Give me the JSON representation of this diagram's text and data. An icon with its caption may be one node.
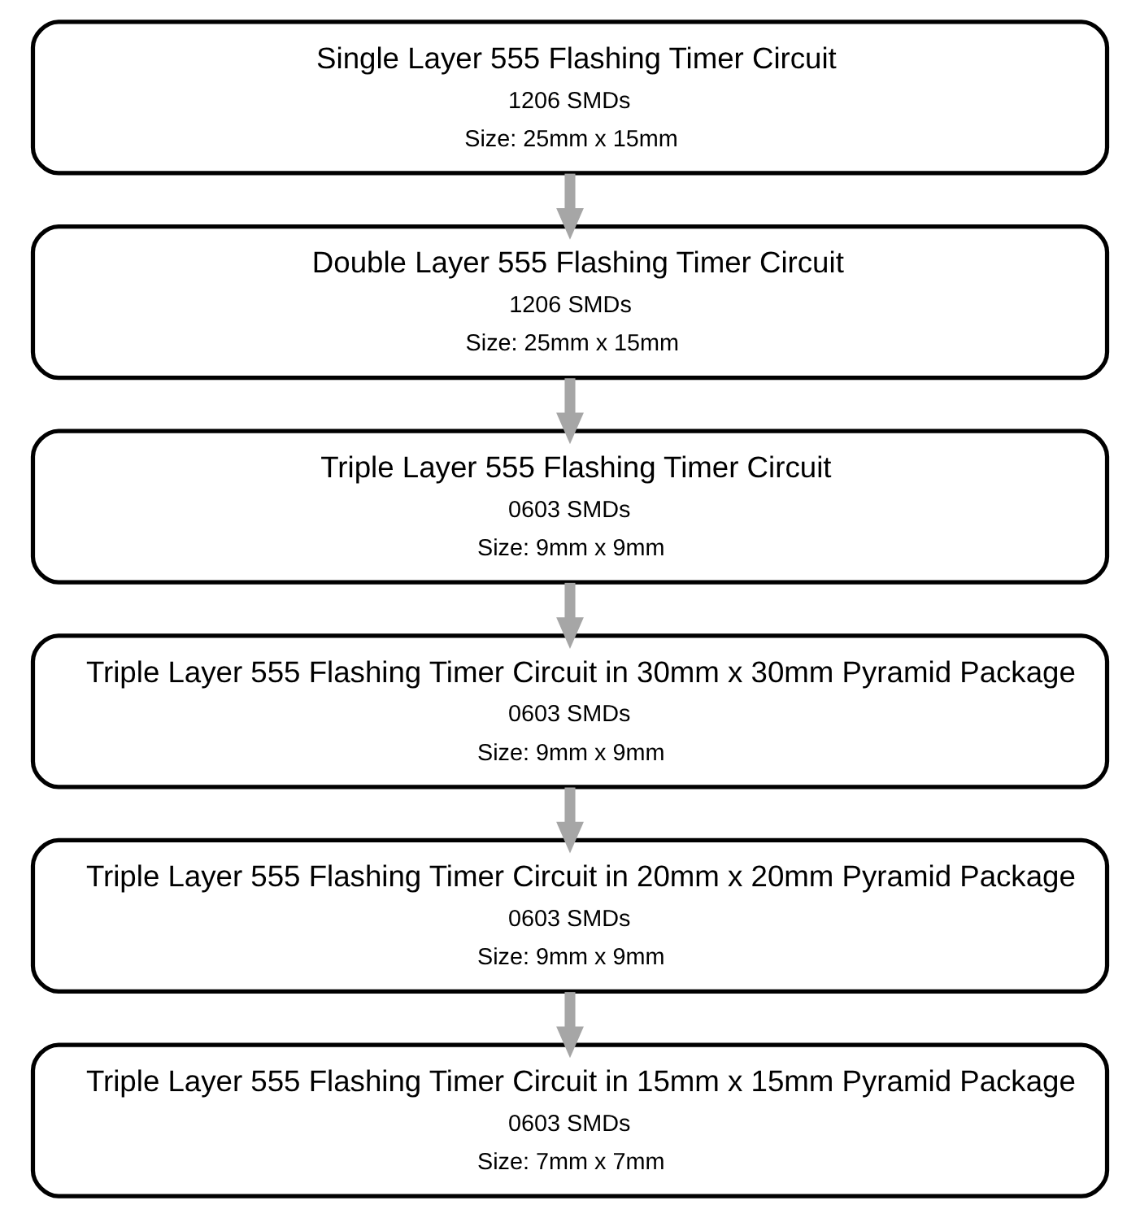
{
  "diagram": {
    "nodes": [
      {
        "text": [
          "Single Layer 555 Flashing Timer Circuit",
          "1206 SMDs",
          "Size: 25mm x 15mm"
        ]
      },
      {
        "text": [
          "Double Layer 555 Flashing Timer Circuit",
          "1206 SMDs",
          "Size: 25mm x 15mm"
        ]
      },
      {
        "text": [
          "Triple Layer 555 Flashing Timer Circuit",
          "0603 SMDs",
          "Size: 9mm x 9mm"
        ]
      },
      {
        "text": [
          "Triple Layer 555 Flashing Timer Circuit in 30mm x 30mm Pyramid Package",
          "0603 SMDs",
          "Size: 9mm x 9mm"
        ]
      },
      {
        "text": [
          "Triple Layer 555 Flashing Timer Circuit in 20mm x 20mm Pyramid Package",
          "0603 SMDs",
          "Size: 9mm x 9mm"
        ]
      },
      {
        "text": [
          "Triple Layer 555 Flashing Timer Circuit in 15mm x 15mm Pyramid Package",
          "0603 SMDs",
          "Size: 7mm x 7mm"
        ]
      }
    ],
    "edges": [
      {
        "from": 0,
        "to": 1,
        "arrow": "to"
      },
      {
        "from": 1,
        "to": 2,
        "arrow": "to"
      },
      {
        "from": 2,
        "to": 3,
        "arrow": "to"
      },
      {
        "from": 3,
        "to": 4,
        "arrow": "to"
      },
      {
        "from": 4,
        "to": 5,
        "arrow": "to"
      }
    ]
  }
}
